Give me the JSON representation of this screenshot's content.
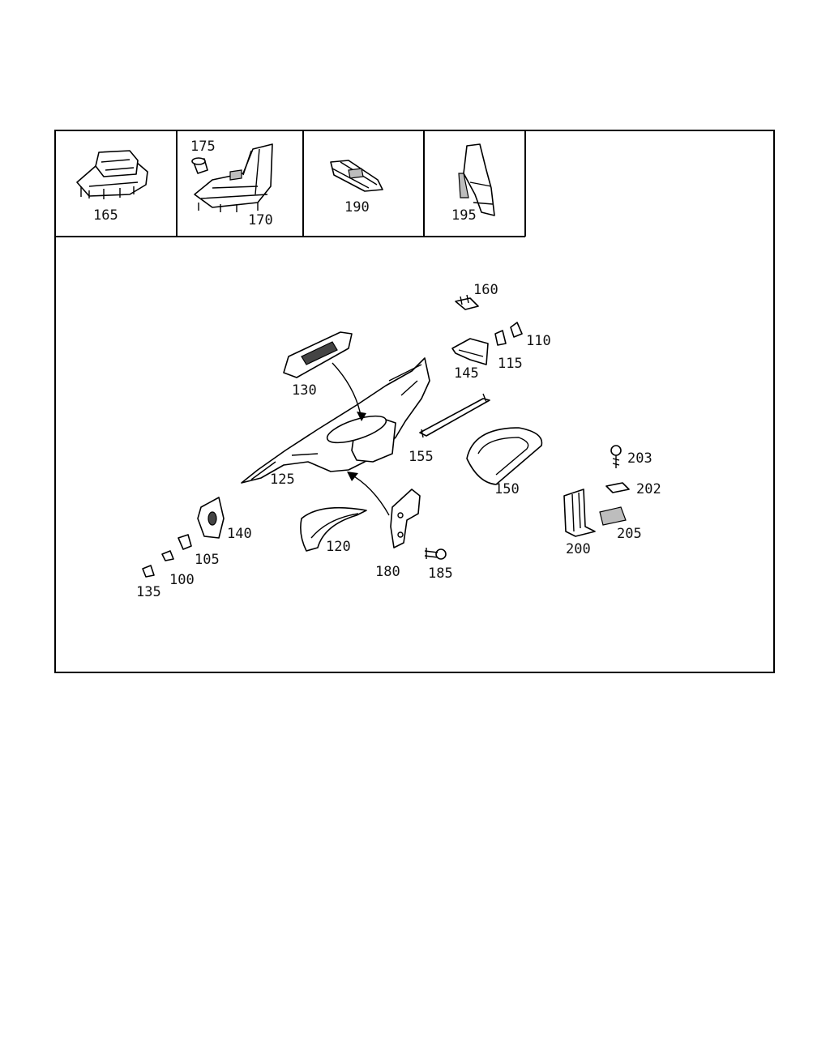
{
  "inset_labels": {
    "p165": "165",
    "p175": "175",
    "p170": "170",
    "p190": "190",
    "p195": "195"
  },
  "main_labels": {
    "p160": "160",
    "p110": "110",
    "p115": "115",
    "p145": "145",
    "p130": "130",
    "p155": "155",
    "p150": "150",
    "p125": "125",
    "p203": "203",
    "p202": "202",
    "p205": "205",
    "p200": "200",
    "p140": "140",
    "p120": "120",
    "p105": "105",
    "p100": "100",
    "p135": "135",
    "p180": "180",
    "p185": "185"
  }
}
